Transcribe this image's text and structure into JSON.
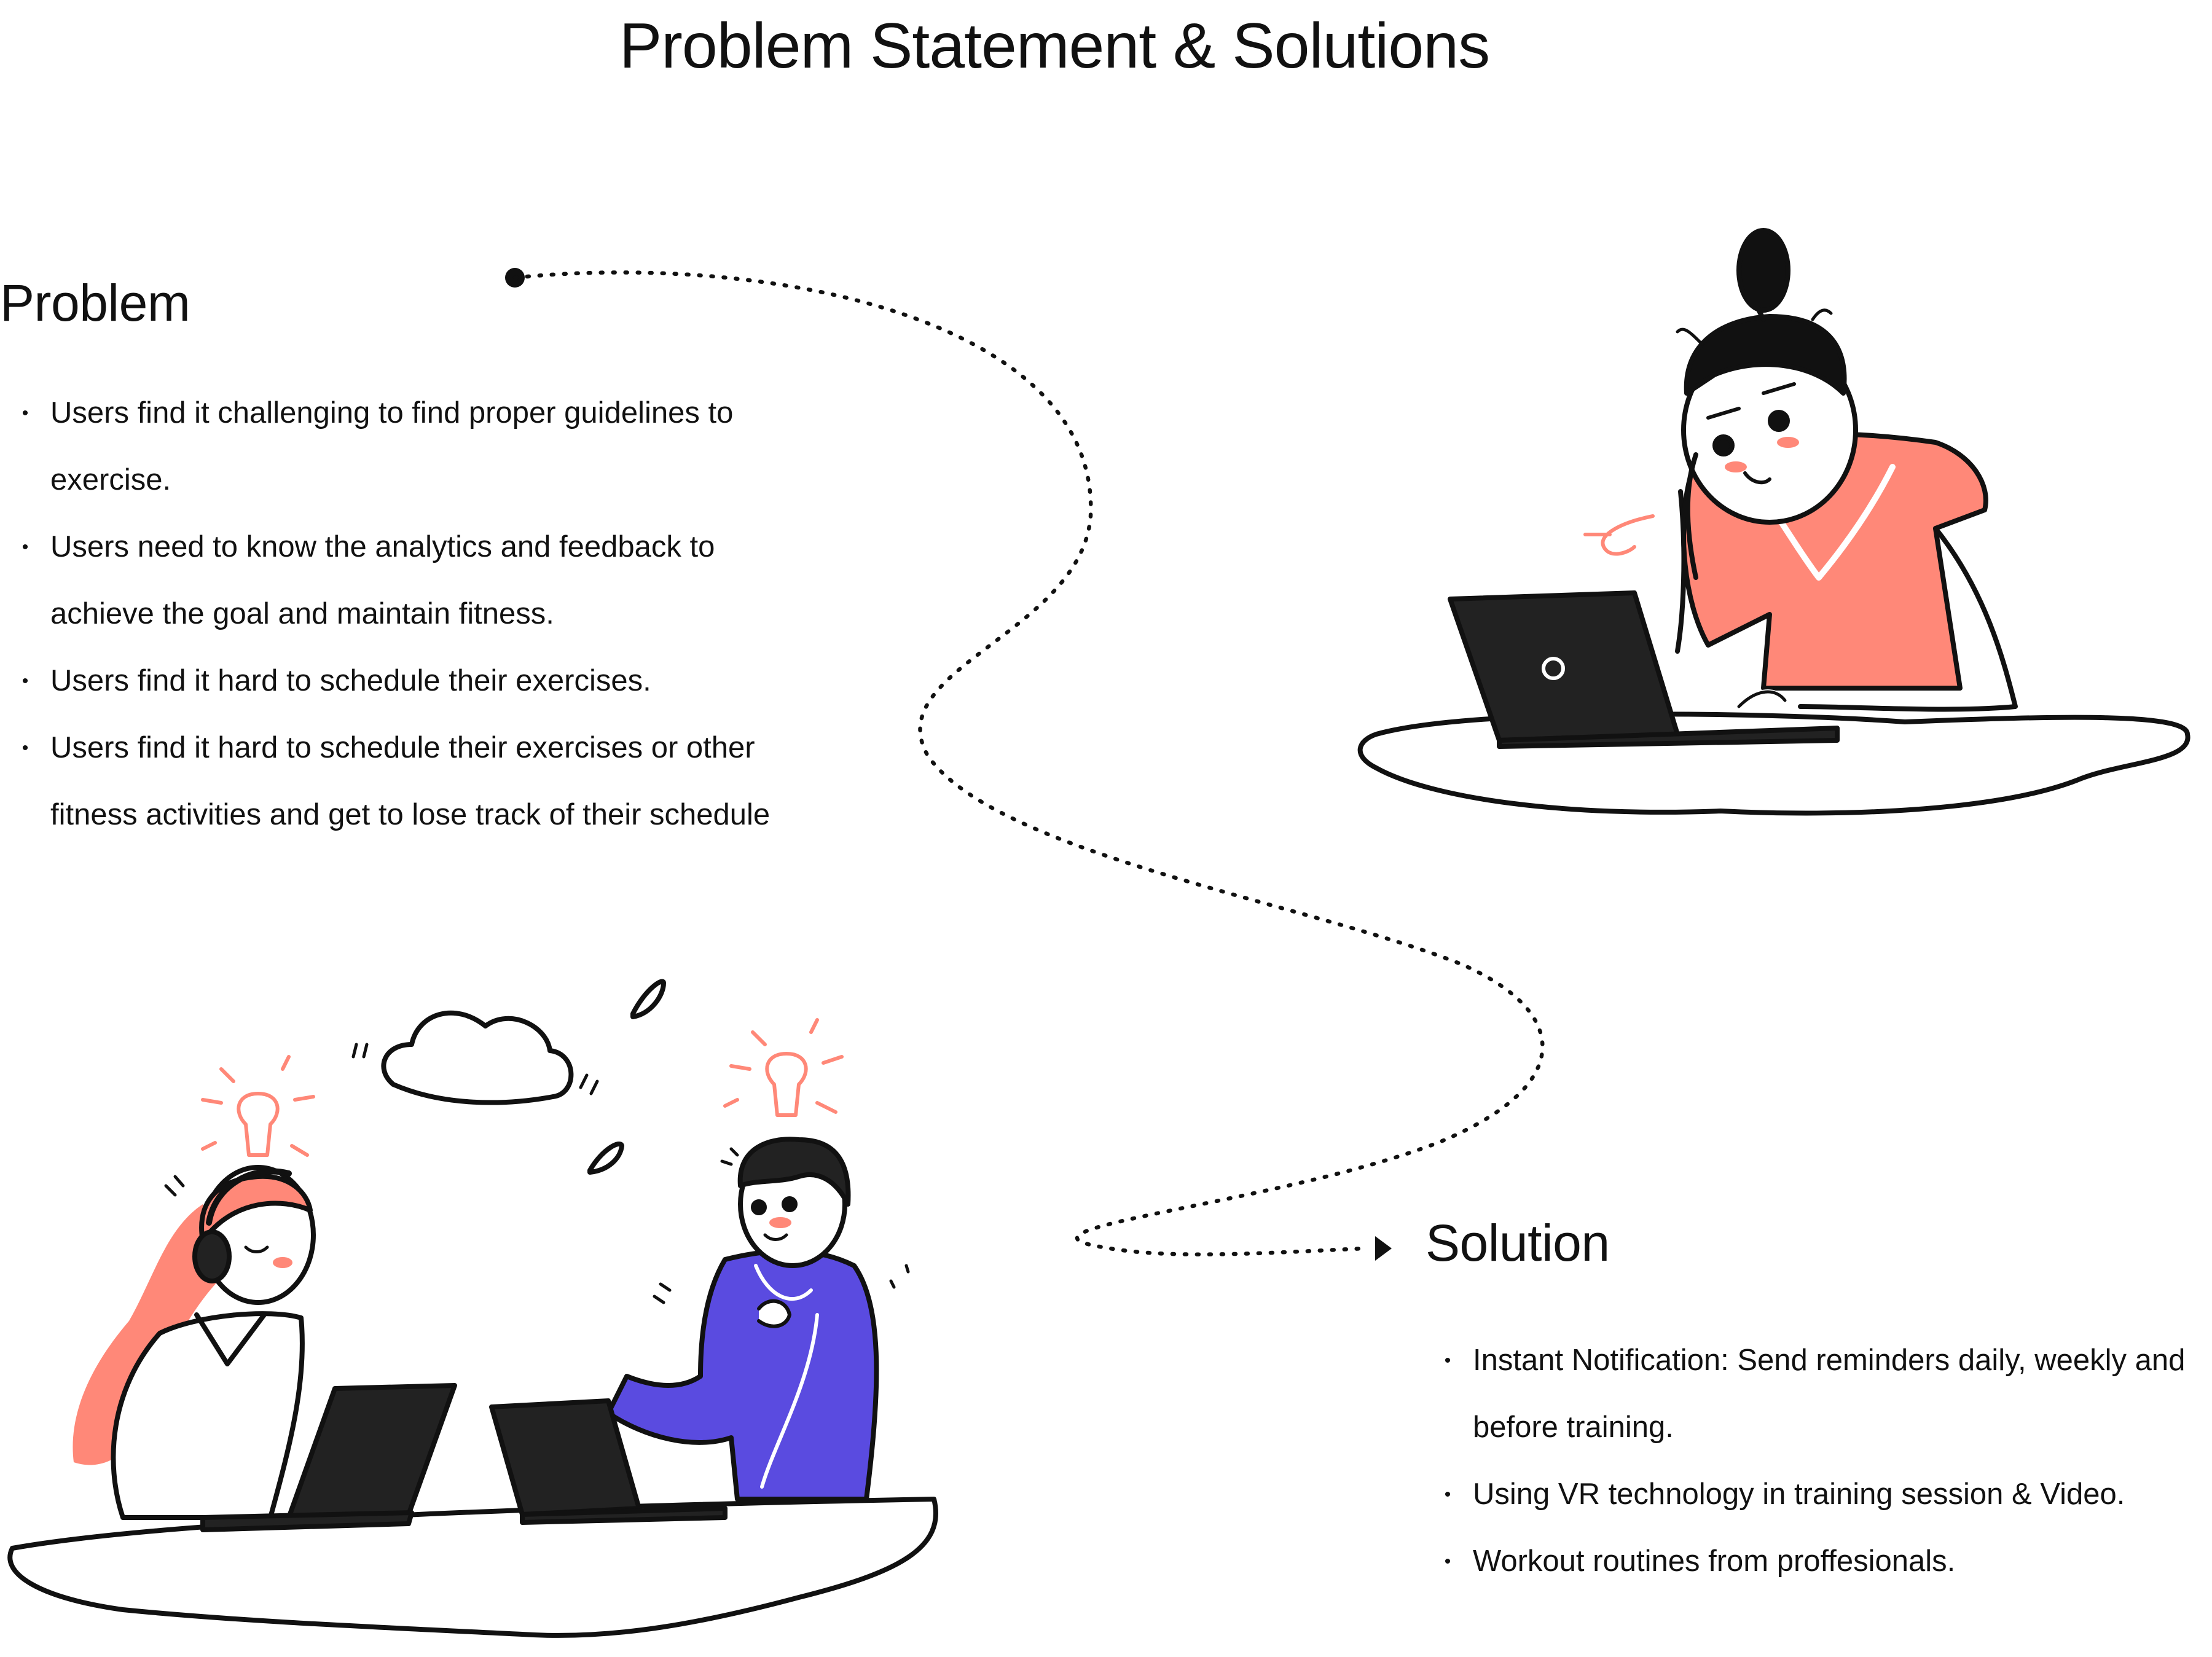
{
  "title": "Problem Statement & Solutions",
  "problem": {
    "heading": "Problem",
    "items": [
      "Users find it challenging to find proper guidelines to exercise.",
      "Users need to know the analytics and feedback to achieve the goal and maintain fitness.",
      "Users find it hard to schedule their exercises.",
      "Users find it hard to schedule their exercises or other fitness activities and get to lose track of their schedule"
    ]
  },
  "solution": {
    "heading": "Solution",
    "items": [
      "Instant Notification: Send reminders daily, weekly and before training.",
      "Using VR technology in training session & Video.",
      "Workout routines from proffesionals."
    ]
  },
  "bullet_glyph": "•",
  "colors": {
    "accent_coral": "#FF8878",
    "accent_blue": "#5A4BE0",
    "ink": "#111111"
  },
  "illustrations": [
    {
      "name": "frustrated-woman-at-laptop",
      "icon": "frustrated-person-illustration"
    },
    {
      "name": "brainstorming-team",
      "icon": "team-brainstorm-illustration"
    }
  ]
}
